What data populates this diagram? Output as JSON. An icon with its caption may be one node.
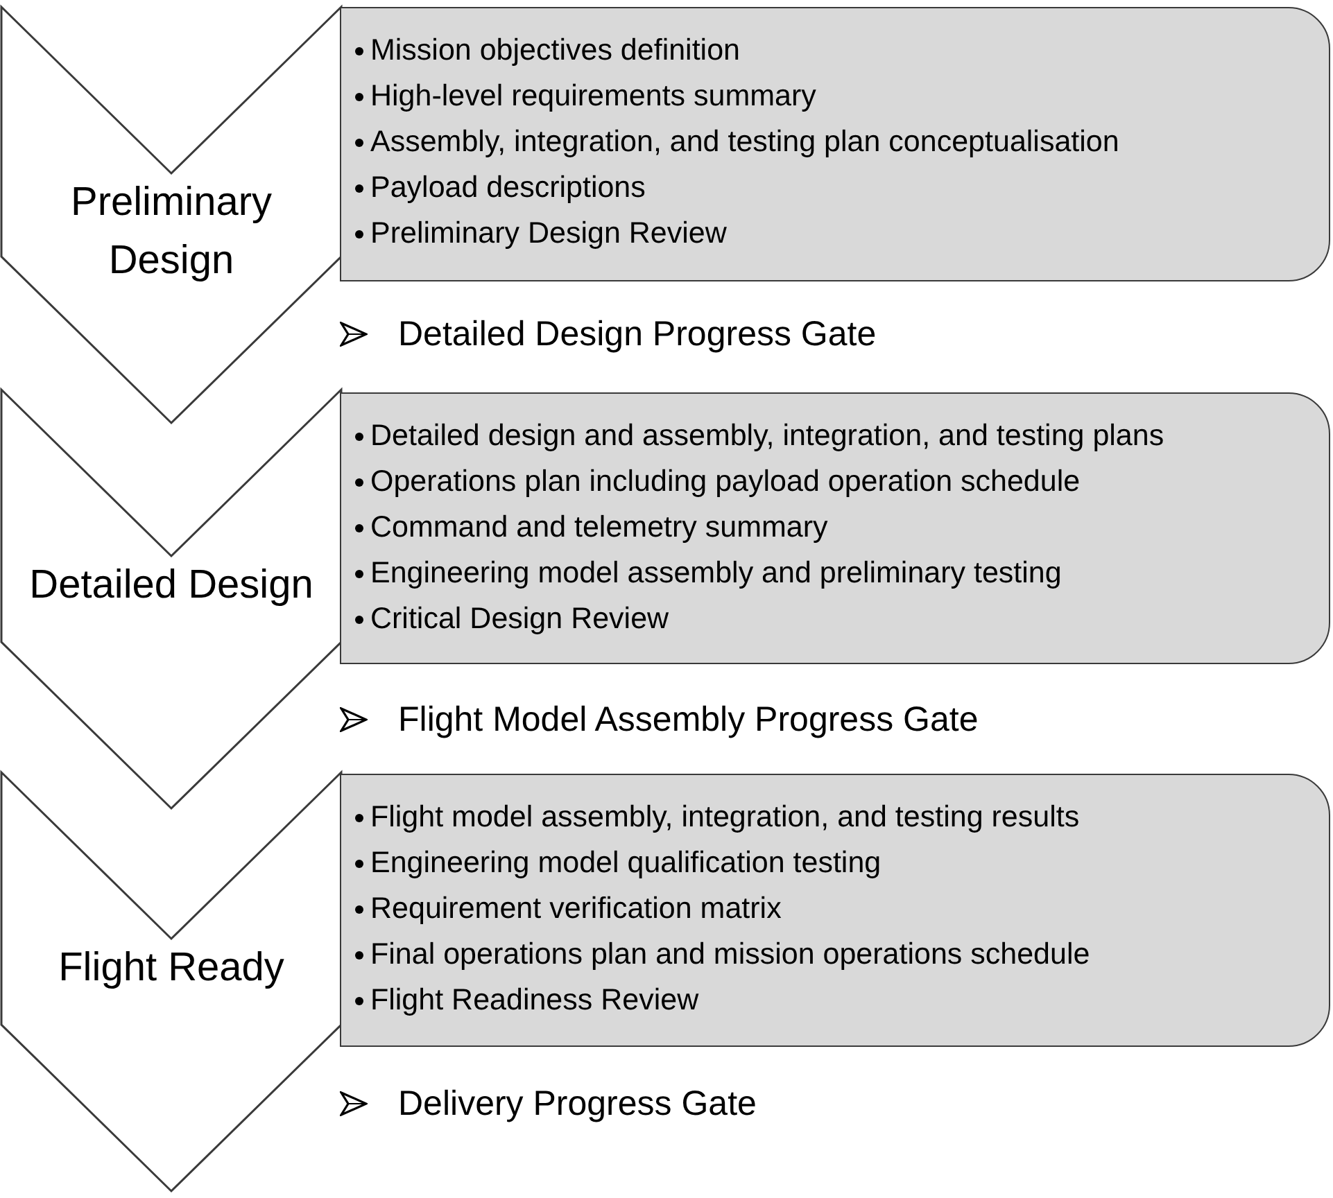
{
  "diagram": {
    "nodes": [
      {
        "text": [
          "Preliminary Design"
        ]
      },
      {
        "text": [
          "Mission objectives definition",
          "High-level requirements summary",
          "Assembly, integration, and testing plan conceptualisation",
          "Payload descriptions",
          "Preliminary Design Review"
        ]
      },
      {
        "text": [
          "Detailed Design"
        ]
      },
      {
        "text": [
          "Detailed design and assembly, integration, and testing plans",
          "Operations plan including payload operation schedule",
          "Command and telemetry summary",
          "Engineering model assembly and preliminary testing",
          "Critical Design Review"
        ]
      },
      {
        "text": [
          "Flight Ready"
        ]
      },
      {
        "text": [
          "Flight model assembly, integration, and testing results",
          "Engineering model qualification testing",
          "Requirement verification matrix",
          "Final operations plan and mission operations schedule",
          "Flight Readiness Review"
        ]
      }
    ],
    "edges": [],
    "labels": [
      "Detailed Design Progress Gate",
      "Flight Model Assembly Progress Gate",
      "Delivery Progress Gate"
    ]
  }
}
